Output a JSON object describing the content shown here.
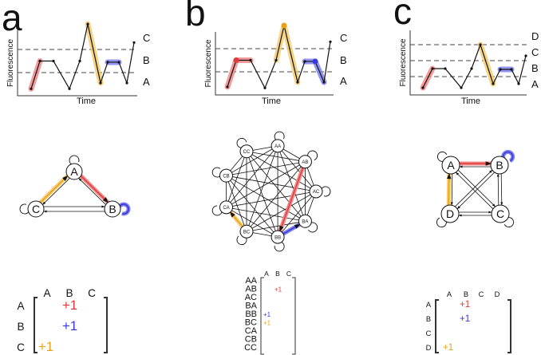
{
  "colors": {
    "red": "#e03a3a",
    "blue": "#3a3ad8",
    "yellow": "#e8a21a",
    "red_glow": "#f08a8a",
    "blue_glow": "#8080f0",
    "yellow_glow": "#f5cc70"
  },
  "axis": {
    "ylabel": "Fluorescence",
    "xlabel": "Time"
  },
  "panels": [
    {
      "label": "a",
      "levels": [
        "C",
        "B",
        "A"
      ],
      "trace": [
        0.3,
        1.5,
        1.5,
        0.3,
        1.5,
        3.1,
        0.55,
        1.45,
        1.45,
        0.55,
        2.3
      ],
      "nodes": [
        "A",
        "B",
        "C"
      ],
      "matrix": {
        "cols": [
          "A",
          "B",
          "C"
        ],
        "rows": [
          "A",
          "B",
          "C"
        ],
        "entries": [
          {
            "row": 0,
            "col": 1,
            "text": "+1",
            "color": "red"
          },
          {
            "row": 1,
            "col": 1,
            "text": "+1",
            "color": "blue"
          },
          {
            "row": 2,
            "col": 0,
            "text": "+1",
            "color": "yellow"
          }
        ]
      }
    },
    {
      "label": "b",
      "levels": [
        "C",
        "B",
        "A"
      ],
      "trace": [
        0.35,
        1.5,
        1.5,
        0.3,
        1.5,
        3.0,
        0.55,
        1.45,
        1.45,
        0.55,
        2.3
      ],
      "nodes": [
        "AA",
        "AB",
        "AC",
        "BA",
        "BB",
        "BC",
        "CA",
        "CB",
        "CC"
      ],
      "matrix": {
        "cols": [
          "A",
          "B",
          "C"
        ],
        "rows": [
          "AA",
          "AB",
          "AC",
          "BA",
          "BB",
          "BC",
          "CA",
          "CB",
          "CC"
        ],
        "entries": [
          {
            "row": 1,
            "col": 1,
            "text": "+1",
            "color": "red"
          },
          {
            "row": 4,
            "col": 0,
            "text": "+1",
            "color": "blue"
          },
          {
            "row": 5,
            "col": 0,
            "text": "+1",
            "color": "yellow"
          }
        ]
      }
    },
    {
      "label": "c",
      "levels": [
        "D",
        "C",
        "B",
        "A"
      ],
      "trace": [
        0.3,
        1.5,
        1.5,
        0.3,
        1.5,
        3.0,
        0.55,
        1.45,
        1.45,
        0.55,
        2.3
      ],
      "nodes": [
        "A",
        "B",
        "C",
        "D"
      ],
      "matrix": {
        "cols": [
          "A",
          "B",
          "C",
          "D"
        ],
        "rows": [
          "A",
          "B",
          "C",
          "D"
        ],
        "entries": [
          {
            "row": 0,
            "col": 1,
            "text": "+1",
            "color": "red"
          },
          {
            "row": 1,
            "col": 1,
            "text": "+1",
            "color": "blue"
          },
          {
            "row": 3,
            "col": 0,
            "text": "+1",
            "color": "yellow"
          }
        ]
      }
    }
  ]
}
